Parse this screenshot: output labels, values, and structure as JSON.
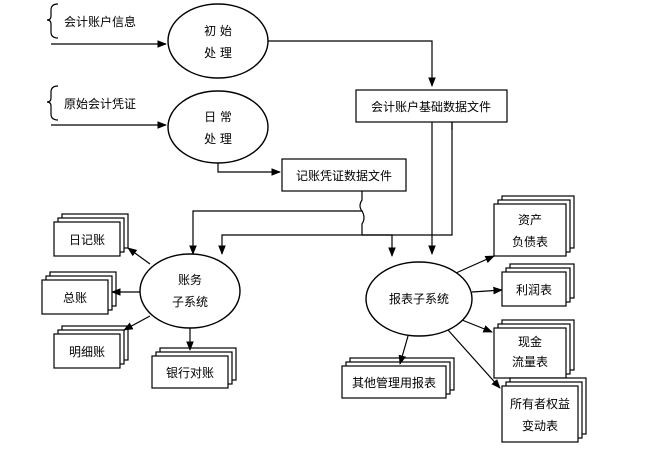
{
  "inputs": {
    "account_info": "会计账户信息",
    "original_voucher": "原始会计凭证"
  },
  "processes": {
    "initial": [
      "初 始",
      "处 理"
    ],
    "daily": [
      "日 常",
      "处 理"
    ],
    "ledger": [
      "账务",
      "子系统"
    ],
    "report": "报表子系统"
  },
  "files": {
    "account_basic": "会计账户基础数据文件",
    "voucher_data": "记账凭证数据文件"
  },
  "ledger_outputs": {
    "journal": "日记账",
    "general": "总账",
    "detail": "明细账",
    "bank": "银行对账"
  },
  "report_outputs": {
    "balance_sheet": [
      "资产",
      "负债表"
    ],
    "income": "利润表",
    "cash_flow": [
      "现金",
      "流量表"
    ],
    "equity": [
      "所有者权益",
      "变动表"
    ],
    "other": "其他管理用报表"
  }
}
